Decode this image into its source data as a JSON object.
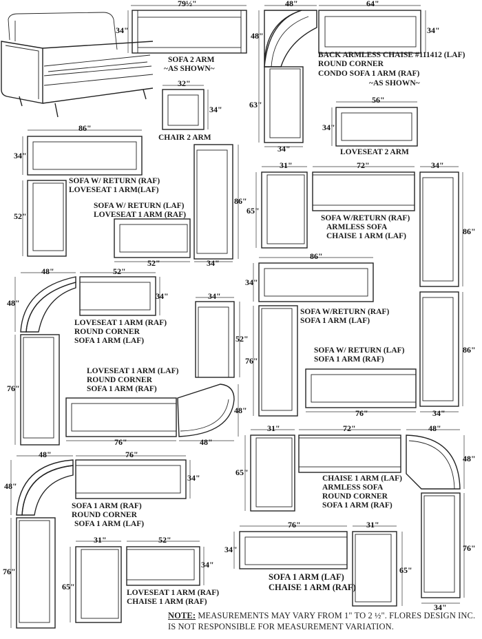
{
  "labels": {
    "sofa2arm": [
      "SOFA 2 ARM",
      "~AS SHOWN~"
    ],
    "backarmless": [
      "BACK ARMLESS CHAISE #111412 (LAF)",
      "ROUND CORNER",
      "CONDO SOFA 1 ARM (RAF)",
      "~AS SHOWN~"
    ],
    "chair2arm": [
      "CHAIR 2 ARM"
    ],
    "loveseat2arm": [
      "LOVESEAT 2 ARM"
    ],
    "sofaret_raf": [
      "SOFA W/ RETURN (RAF)",
      "LOVESEAT 1 ARM(LAF)"
    ],
    "sofaret_laf": [
      "SOFA W/ RETURN (LAF)",
      "LOVESEAT 1 ARM (RAF)"
    ],
    "sofaret_raf2": [
      "SOFA W/RETURN (RAF)",
      "ARMLESS SOFA",
      "CHAISE 1 ARM (LAF)"
    ],
    "lovecorner1": [
      "LOVESEAT 1 ARM (RAF)",
      "ROUND CORNER",
      "SOFA 1 ARM (LAF)"
    ],
    "sofaret_raf3": [
      "SOFA W/RETURN (RAF)",
      "SOFA 1 ARM (LAF)"
    ],
    "sofaret_laf3": [
      "SOFA W/ RETURN (LAF)",
      "SOFA 1 ARM (RAF)"
    ],
    "lovecorner2": [
      "LOVESEAT 1 ARM (LAF)",
      "ROUND CORNER",
      "SOFA 1 ARM (RAF)"
    ],
    "chaisecorner": [
      "CHAISE 1 ARM (LAF)",
      "ARMLESS SOFA",
      "ROUND CORNER",
      "SOFA 1 ARM (RAF)"
    ],
    "sofacorner": [
      "SOFA 1 ARM (RAF)",
      "ROUND CORNER",
      "SOFA 1 ARM (LAF)"
    ],
    "sofachaise": [
      "SOFA 1 ARM (LAF)",
      "CHAISE 1 ARM (RAF)"
    ],
    "lovechaise": [
      "LOVESEAT 1 ARM (RAF)",
      "CHAISE 1 ARM (RAF)"
    ]
  },
  "dims": {
    "d79": "79½\"",
    "d34": "34\"",
    "d48": "48\"",
    "d64": "64\"",
    "d63": "63\"",
    "d32": "32\"",
    "d56": "56\"",
    "d86": "86\"",
    "d52": "52\"",
    "d31": "31\"",
    "d72": "72\"",
    "d65": "65\"",
    "d76": "76\""
  },
  "note": {
    "label": "NOTE:",
    "text": " MEASUREMENTS MAY VARY FROM 1\" TO 2 ½\". FLORES DESIGN INC. IS NOT RESPONSIBLE FOR MEASUREMENT VARIATION."
  }
}
